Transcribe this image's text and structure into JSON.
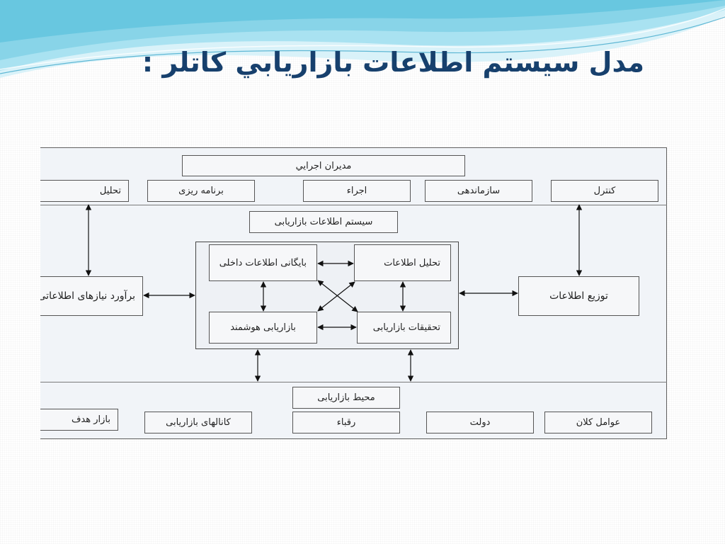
{
  "slide": {
    "title": "مدل سیستم اطلاعات بازاریابي كاتلر :",
    "colors": {
      "title": "#17406d",
      "wave_light": "#c6ecf6",
      "wave_mid": "#7fd1e6",
      "wave_dark": "#3bb0d0"
    }
  },
  "diagram": {
    "executives": "مديران اجرايي",
    "management_functions": {
      "analysis": "تحليل",
      "planning": "برنامه ريزی",
      "implementation": "اجراء",
      "organizing": "سازماندهی",
      "control": "كنترل"
    },
    "mis": {
      "title": "سيستم اطلاعات بازاريابی",
      "internal_records": "بايگانی اطلاعات داخلی",
      "information_analysis": "تحليل اطلاعات",
      "marketing_intelligence": "بازاريابی هوشمند",
      "marketing_research": "تحقيقات بازاريابی"
    },
    "assessing_needs": "برآورد نيازهای اطلاعاتی",
    "distributing_info": "توزيع اطلاعات",
    "environment": {
      "title": "محيط بازاريابی",
      "target_market": "بازار هدف",
      "channels": "كانالهای بازاريابی",
      "competitors": "رقباء",
      "government": "دولت",
      "macro_forces": "عوامل كلان"
    }
  }
}
